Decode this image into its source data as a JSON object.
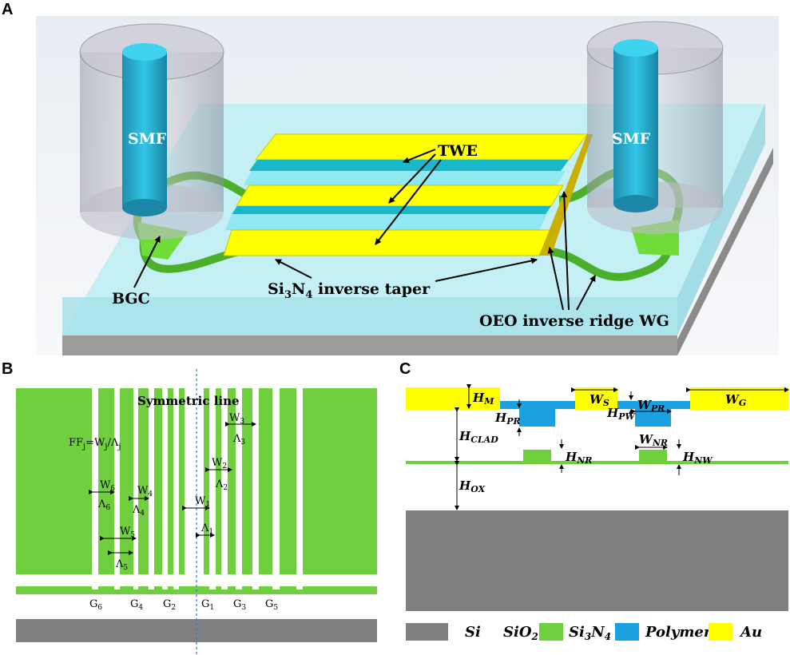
{
  "panels": {
    "a": "A",
    "b": "B",
    "c": "C"
  },
  "panel_a": {
    "smf_left": "SMF",
    "smf_right": "SMF",
    "twe": "TWE",
    "bgc": "BGC",
    "si3n4_taper": "Si3N4 inverse taper",
    "oeo_wg": "OEO inverse ridge WG"
  },
  "panel_b": {
    "symmetric_line": "Symmetric line",
    "ff_formula": "FFj=Wj/Λj",
    "w_labels": [
      "W1",
      "W2",
      "W3",
      "W4",
      "W5",
      "W6"
    ],
    "lambda_labels": [
      "Λ1",
      "Λ2",
      "Λ3",
      "Λ4",
      "Λ5",
      "Λ6"
    ],
    "g_labels": [
      "G6",
      "G4",
      "G2",
      "G1",
      "G3",
      "G5"
    ]
  },
  "panel_c": {
    "h_m": "HM",
    "w_s": "WS",
    "w_g": "WG",
    "h_pr": "HPR",
    "h_pw": "HPW",
    "w_pr": "WPR",
    "h_clad": "HCLAD",
    "w_nr": "WNR",
    "h_nr": "HNR",
    "h_nw": "HNW",
    "h_ox": "HOX"
  },
  "legend": {
    "items": [
      {
        "label": "Si",
        "color": "#7f7f7f"
      },
      {
        "label": "SiO2",
        "color": "#ffffff"
      },
      {
        "label": "Si3N4",
        "color": "#6fcf3f"
      },
      {
        "label": "Polymer",
        "color": "#1ba1e2"
      },
      {
        "label": "Au",
        "color": "#ffff00"
      }
    ]
  },
  "colors": {
    "gold": "#ffff00",
    "green": "#6fcf3f",
    "blue": "#1ba1e2",
    "gray": "#7f7f7f",
    "glass": "#bfeef4"
  }
}
